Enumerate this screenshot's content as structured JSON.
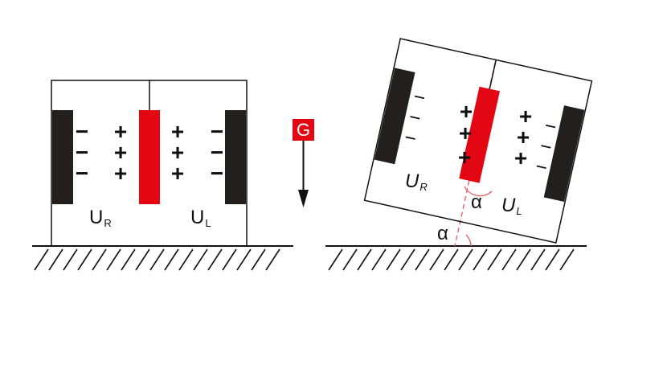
{
  "colors": {
    "ink": "#111111",
    "electrode": "#231f1c",
    "center_plate": "#e30613",
    "dashed": "#e8585f",
    "g_badge": "#e30613"
  },
  "left_sensor": {
    "label_right": {
      "main": "U",
      "sub": "R"
    },
    "label_left": {
      "main": "U",
      "sub": "L"
    },
    "left_plate_signs": [
      "−",
      "−",
      "−"
    ],
    "center_left_signs": [
      "+",
      "+",
      "+"
    ],
    "center_right_signs": [
      "+",
      "+",
      "+"
    ],
    "right_plate_signs": [
      "−",
      "−",
      "−"
    ]
  },
  "gravity": {
    "label": "G"
  },
  "right_sensor": {
    "label_right": {
      "main": "U",
      "sub": "R"
    },
    "label_left": {
      "main": "U",
      "sub": "L"
    },
    "upper_plate_signs": [
      "−",
      "−",
      "−"
    ],
    "center_left_signs": [
      "+",
      "+",
      "+"
    ],
    "center_right_signs": [
      "+",
      "+",
      "+"
    ],
    "lower_plate_signs": [
      "−",
      "−",
      "−"
    ],
    "tilt_angle_label": "α",
    "ground_angle_label": "α"
  }
}
